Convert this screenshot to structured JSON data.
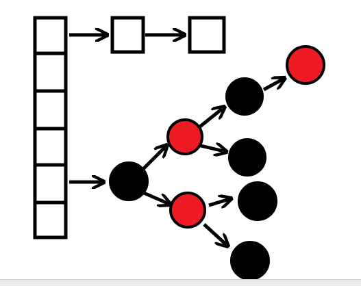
{
  "colors": {
    "outline": "#000000",
    "red_node": "#ed1c24",
    "black_node": "#000000",
    "background": "#ffffff"
  },
  "diagram": {
    "kind": "hash-table-with-chaining-and-red-black-tree",
    "bucket_count": 6,
    "chain_list_length": 2,
    "tree_nodes": [
      {
        "id": "root",
        "color": "black",
        "parent": null
      },
      {
        "id": "r1",
        "color": "red",
        "parent": "root"
      },
      {
        "id": "r2",
        "color": "red",
        "parent": "root"
      },
      {
        "id": "b1",
        "color": "black",
        "parent": "r1"
      },
      {
        "id": "b2",
        "color": "black",
        "parent": "r1"
      },
      {
        "id": "b3",
        "color": "black",
        "parent": "r2"
      },
      {
        "id": "b4",
        "color": "black",
        "parent": "r2"
      },
      {
        "id": "r3",
        "color": "red",
        "parent": "b1"
      }
    ]
  }
}
